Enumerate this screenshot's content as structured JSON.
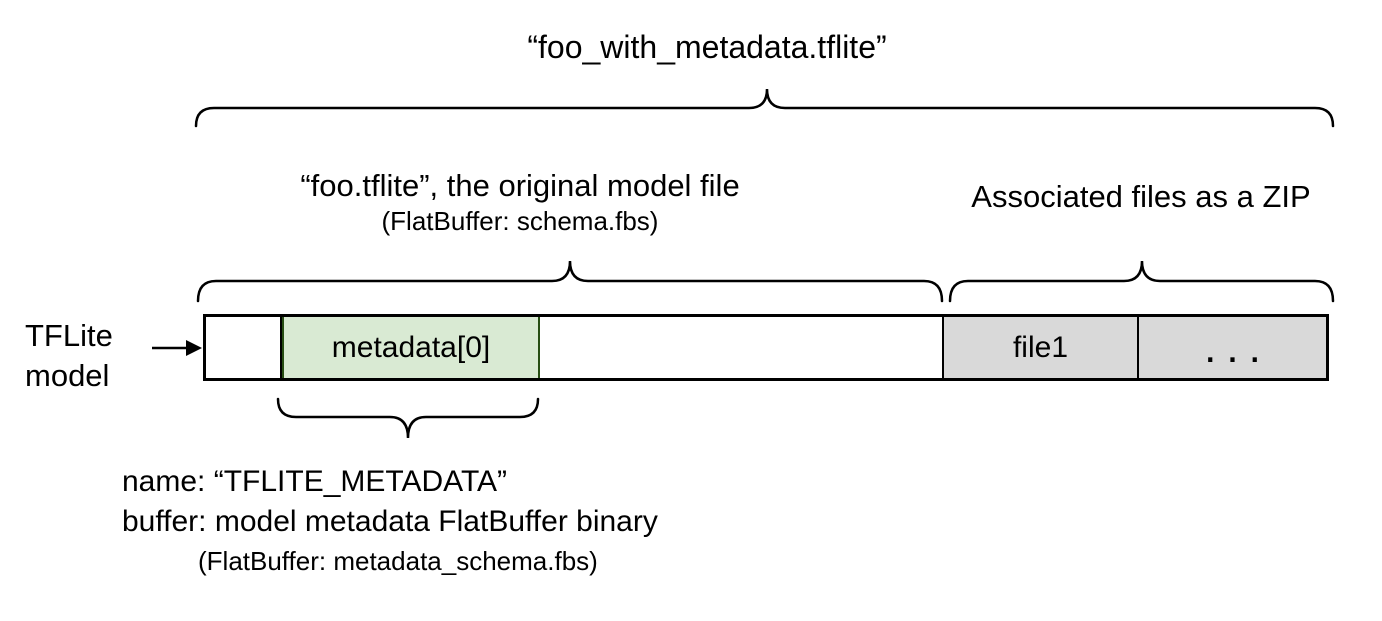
{
  "diagram": {
    "title": "“foo_with_metadata.tflite”",
    "model_section": {
      "label": "“foo.tflite”, the original model file",
      "sublabel": "(FlatBuffer: schema.fbs)"
    },
    "zip_section": {
      "label": "Associated files as a ZIP"
    },
    "side_label": "TFLite\nmodel",
    "bar": {
      "cells": [
        {
          "label": "",
          "type": "white"
        },
        {
          "label": "metadata[0]",
          "type": "green"
        },
        {
          "label": "",
          "type": "white"
        },
        {
          "label": "file1",
          "type": "gray"
        },
        {
          "label": "...",
          "type": "gray"
        }
      ]
    },
    "metadata_note": {
      "line1": "name: “TFLITE_METADATA”",
      "line2": "buffer: model metadata FlatBuffer binary",
      "line3": "(FlatBuffer: metadata_schema.fbs)"
    },
    "colors": {
      "metadata_cell": "#d9ead3",
      "associated_file_cell": "#d9d9d9",
      "line": "#000000"
    }
  }
}
